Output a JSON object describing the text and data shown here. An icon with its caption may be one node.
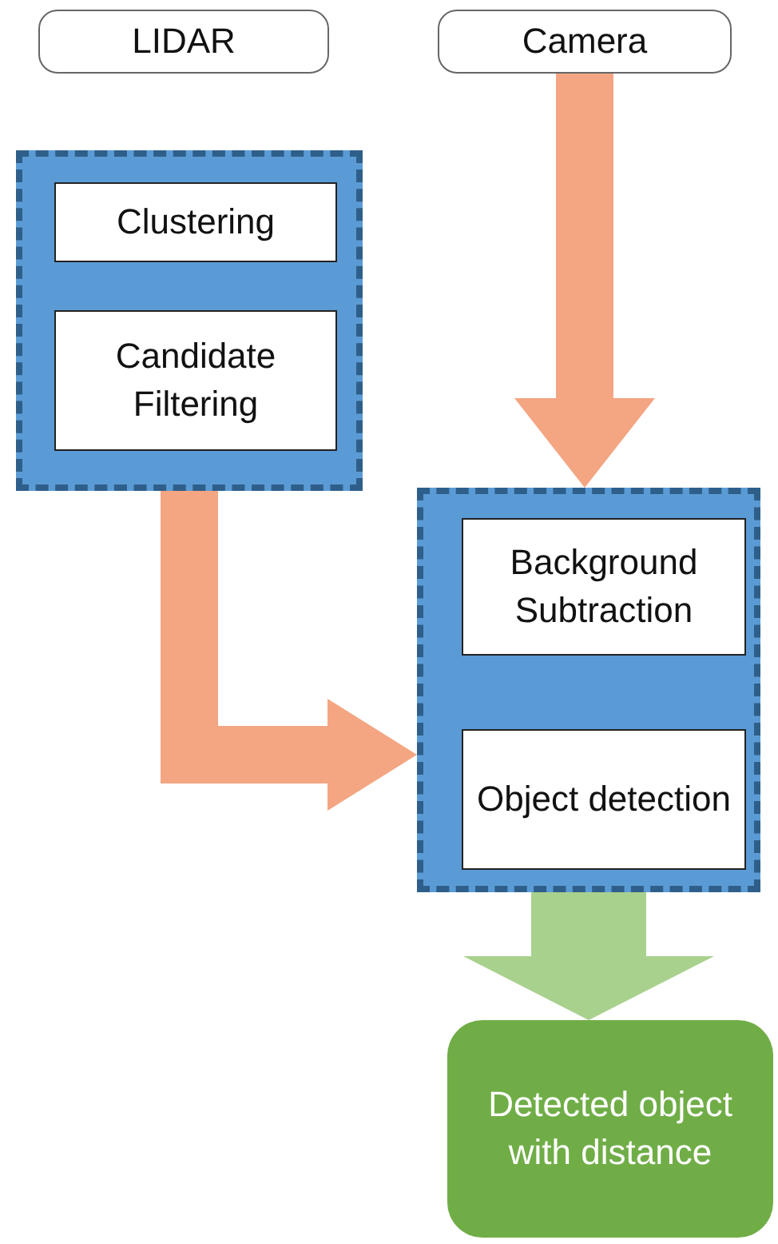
{
  "diagram": {
    "nodes": [
      {
        "text": [
          "LIDAR"
        ]
      },
      {
        "text": [
          "Camera"
        ]
      },
      {
        "text": [],
        "shape": "box"
      },
      {
        "text": [
          "Clustering"
        ],
        "in": 2
      },
      {
        "text": [
          "Candidate Filtering"
        ],
        "in": 2
      },
      {
        "text": [],
        "shape": "box"
      },
      {
        "text": [
          "Background Subtraction"
        ],
        "in": 5
      },
      {
        "text": [
          "Object detection"
        ],
        "in": 5
      },
      {
        "text": [
          "Detected object with distance"
        ]
      }
    ],
    "edges": [
      {
        "from": 1,
        "to": 5,
        "arrow": "to"
      },
      {
        "from": 2,
        "to": 5,
        "arrow": "to"
      },
      {
        "from": 5,
        "to": 8,
        "arrow": "to",
        "style": "thick",
        "color": "#a9d18e"
      }
    ]
  }
}
